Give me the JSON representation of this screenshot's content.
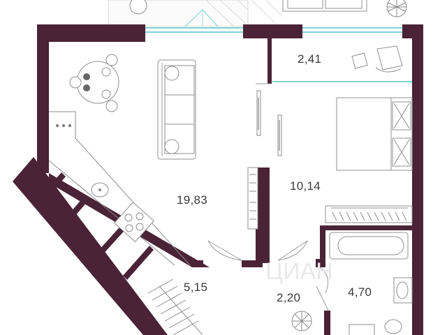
{
  "plan": {
    "wall_color": "#4a2336",
    "glazing_color": "#7fd3d6",
    "rooms": [
      {
        "id": "living-kitchen",
        "area": "19,83"
      },
      {
        "id": "bedroom",
        "area": "10,14"
      },
      {
        "id": "loggia",
        "area": "2,41"
      },
      {
        "id": "balcony",
        "area": "5,15"
      },
      {
        "id": "hallway",
        "area": "2,20"
      },
      {
        "id": "bathroom",
        "area": "4,70"
      }
    ],
    "watermark": "ЦИАН"
  }
}
